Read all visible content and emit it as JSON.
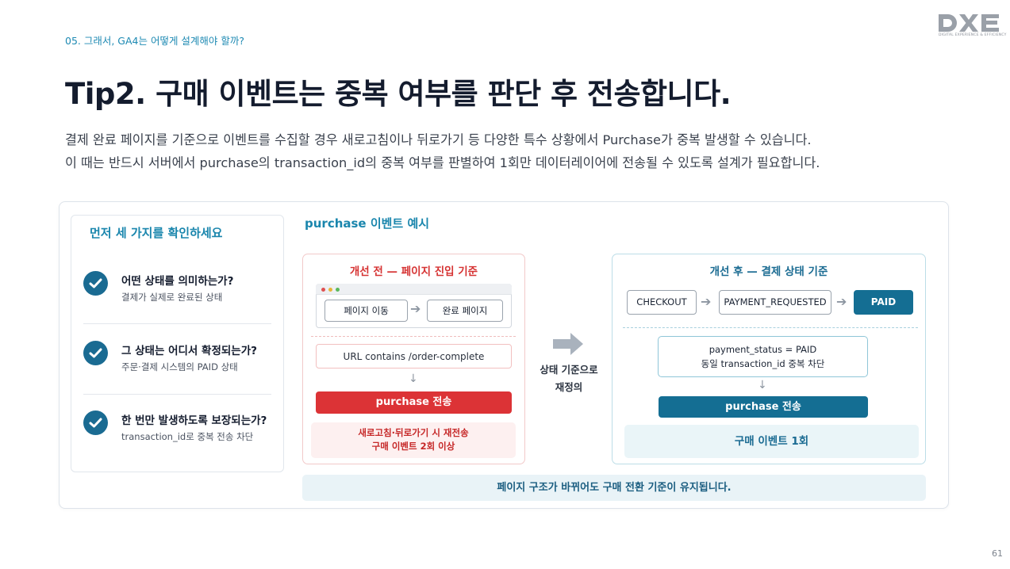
{
  "header": {
    "section_label": "05. 그래서, GA4는 어떻게 설계해야 할까?",
    "logo_text": "DXE",
    "logo_sub": "DIGITAL EXPERIENCE & EFFICIENCY",
    "title": "Tip2. 구매 이벤트는 중복 여부를 판단 후 전송합니다.",
    "desc_line1": "결제 완료 페이지를 기준으로 이벤트를 수집할 경우 새로고침이나 뒤로가기 등 다양한 특수 상황에서 Purchase가 중복 발생할 수 있습니다.",
    "desc_line2": "이 때는 반드시 서버에서 purchase의 transaction_id의 중복 여부를 판별하여 1회만 데이터레이어에 전송될 수 있도록 설계가 필요합니다."
  },
  "checklist": {
    "title": "먼저 세 가지를 확인하세요",
    "items": [
      {
        "question": "어떤 상태를 의미하는가?",
        "answer": "결제가 실제로 완료된 상태"
      },
      {
        "question": "그 상태는 어디서 확정되는가?",
        "answer": "주문·결제 시스템의 PAID 상태"
      },
      {
        "question": "한 번만 발생하도록 보장되는가?",
        "answer": "transaction_id로 중복 전송 차단"
      }
    ]
  },
  "example": {
    "title": "purchase 이벤트 예시",
    "before": {
      "title": "개선 전 — 페이지 진입 기준",
      "page_move": "페이지 이동",
      "complete_page": "완료 페이지",
      "url_condition": "URL contains /order-complete",
      "send_label": "purchase 전송",
      "warning_line1": "새로고침·뒤로가기 시 재전송",
      "warning_line2": "구매 이벤트 2회 이상"
    },
    "transition": {
      "line1": "상태 기준으로",
      "line2": "재정의"
    },
    "after": {
      "title": "개선 후 — 결제 상태 기준",
      "steps": [
        "CHECKOUT",
        "PAYMENT_REQUESTED",
        "PAID"
      ],
      "status_line1": "payment_status = PAID",
      "status_line2": "동일 transaction_id 중복 차단",
      "send_label": "purchase 전송",
      "result": "구매 이벤트 1회"
    },
    "footer": "페이지 구조가 바뀌어도 구매 전환 기준이 유지됩니다."
  },
  "page_number": "61",
  "colors": {
    "accent": "#1a86ad",
    "primary_dark": "#146e93",
    "danger": "#dc3336",
    "danger_bg": "#fdf0f0",
    "ok_bg": "#eaf5f8"
  }
}
